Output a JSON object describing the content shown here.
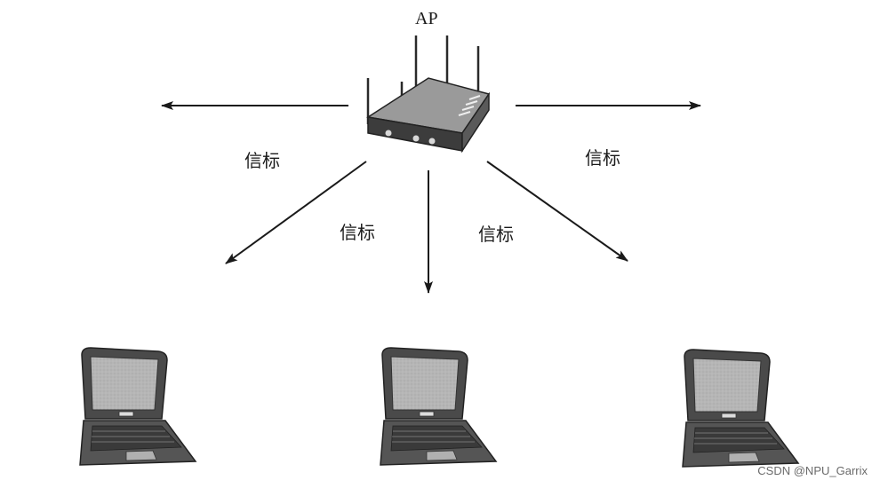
{
  "access_point": {
    "label": "AP",
    "icon": "wireless-router-icon"
  },
  "beacon_labels": [
    "信标",
    "信标",
    "信标",
    "信标"
  ],
  "stations": [
    {
      "icon": "laptop-icon"
    },
    {
      "icon": "laptop-icon"
    },
    {
      "icon": "laptop-icon"
    }
  ],
  "watermark": "CSDN @NPU_Garrix",
  "colors": {
    "line": "#1a1a1a",
    "device_dark": "#3c3c3c",
    "device_mid": "#8a8a8a",
    "screen": "#b3b3b3"
  }
}
